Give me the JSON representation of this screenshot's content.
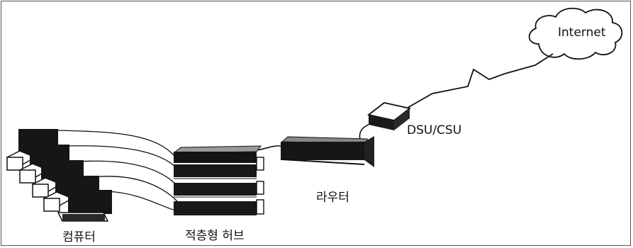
{
  "diagram": {
    "labels": {
      "internet": "Internet",
      "dsu": "DSU/CSU",
      "router": "라우터",
      "hub": "적층형 허브",
      "computers": "컴퓨터"
    },
    "colors": {
      "ink": "#111111",
      "device": "#1a1a1a",
      "paper": "#ffffff"
    }
  }
}
